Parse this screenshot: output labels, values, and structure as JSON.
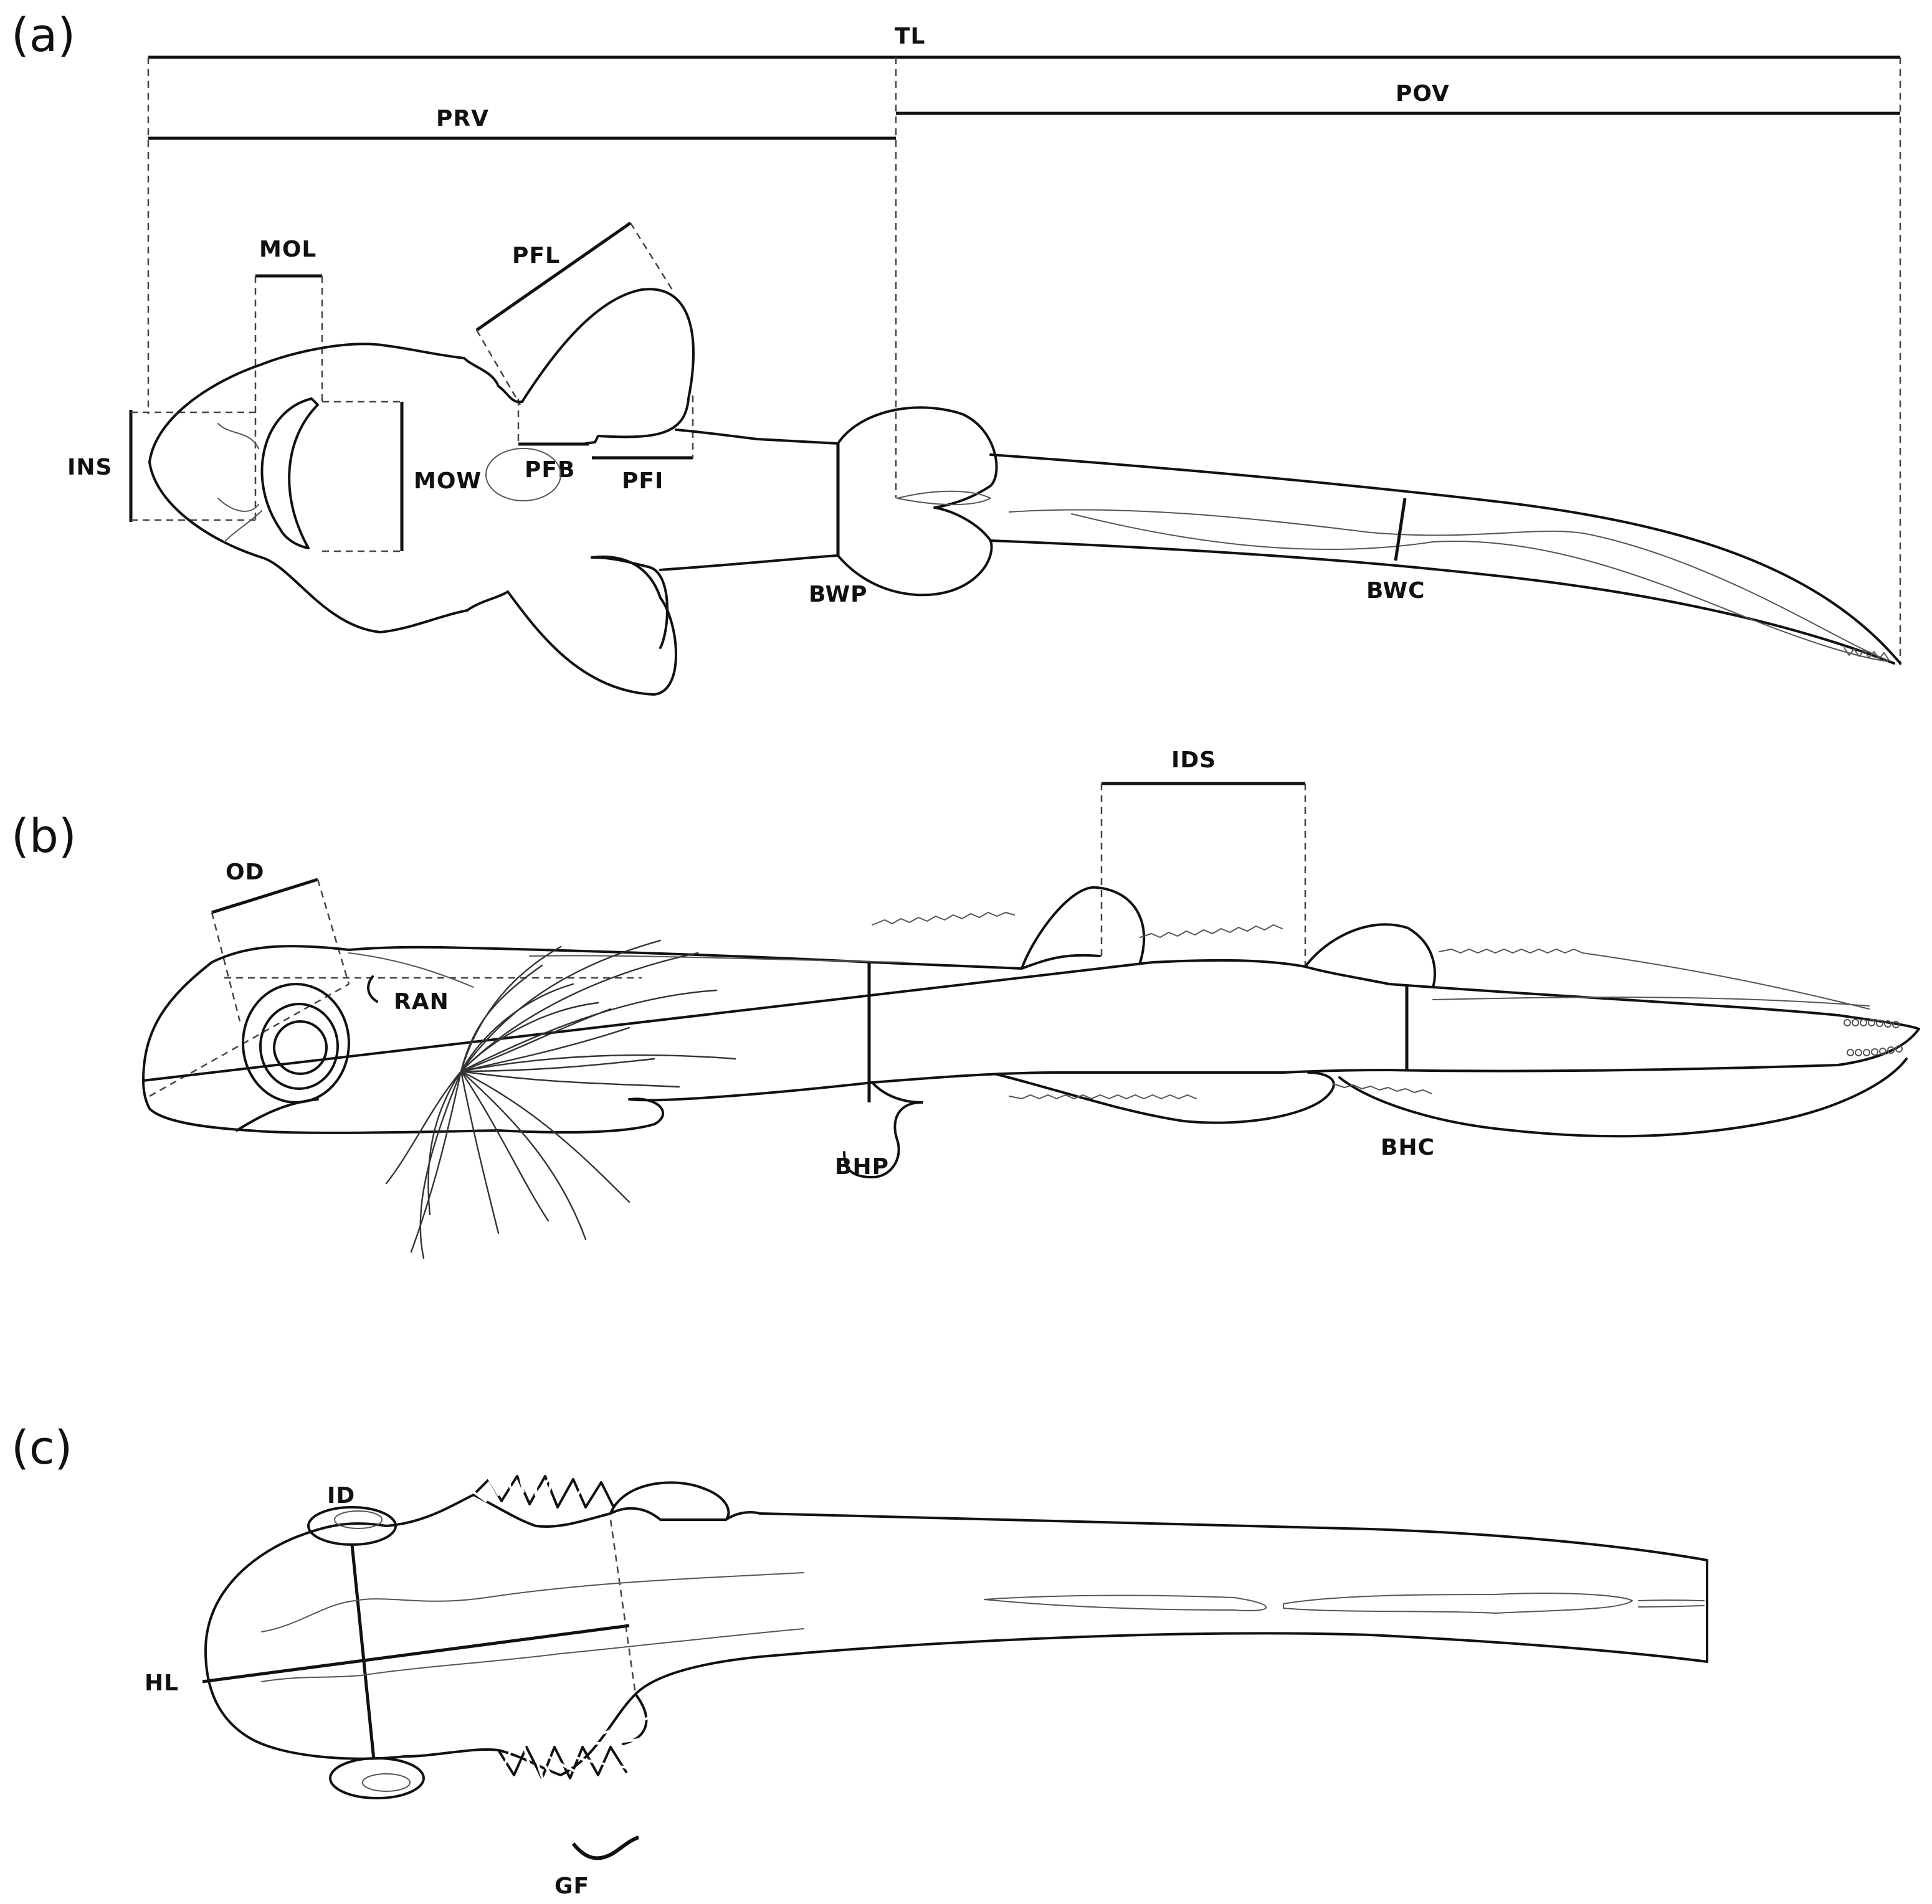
{
  "panels": {
    "a": {
      "label": "(a)",
      "measures": {
        "tl": "TL",
        "prv": "PRV",
        "pov": "POV",
        "mol": "MOL",
        "pfl": "PFL",
        "ins": "INS",
        "mow": "MOW",
        "pfb": "PFB",
        "pfi": "PFI",
        "bwp": "BWP",
        "bwc": "BWC"
      }
    },
    "b": {
      "label": "(b)",
      "measures": {
        "ids": "IDS",
        "od": "OD",
        "ran": "RAN",
        "bhp": "BHP",
        "bhc": "BHC"
      }
    },
    "c": {
      "label": "(c)",
      "measures": {
        "id": "ID",
        "hl": "HL",
        "gf": "GF"
      }
    }
  },
  "colors": {
    "ink": "#111111",
    "faint_line": "#555555",
    "background": "#ffffff"
  }
}
